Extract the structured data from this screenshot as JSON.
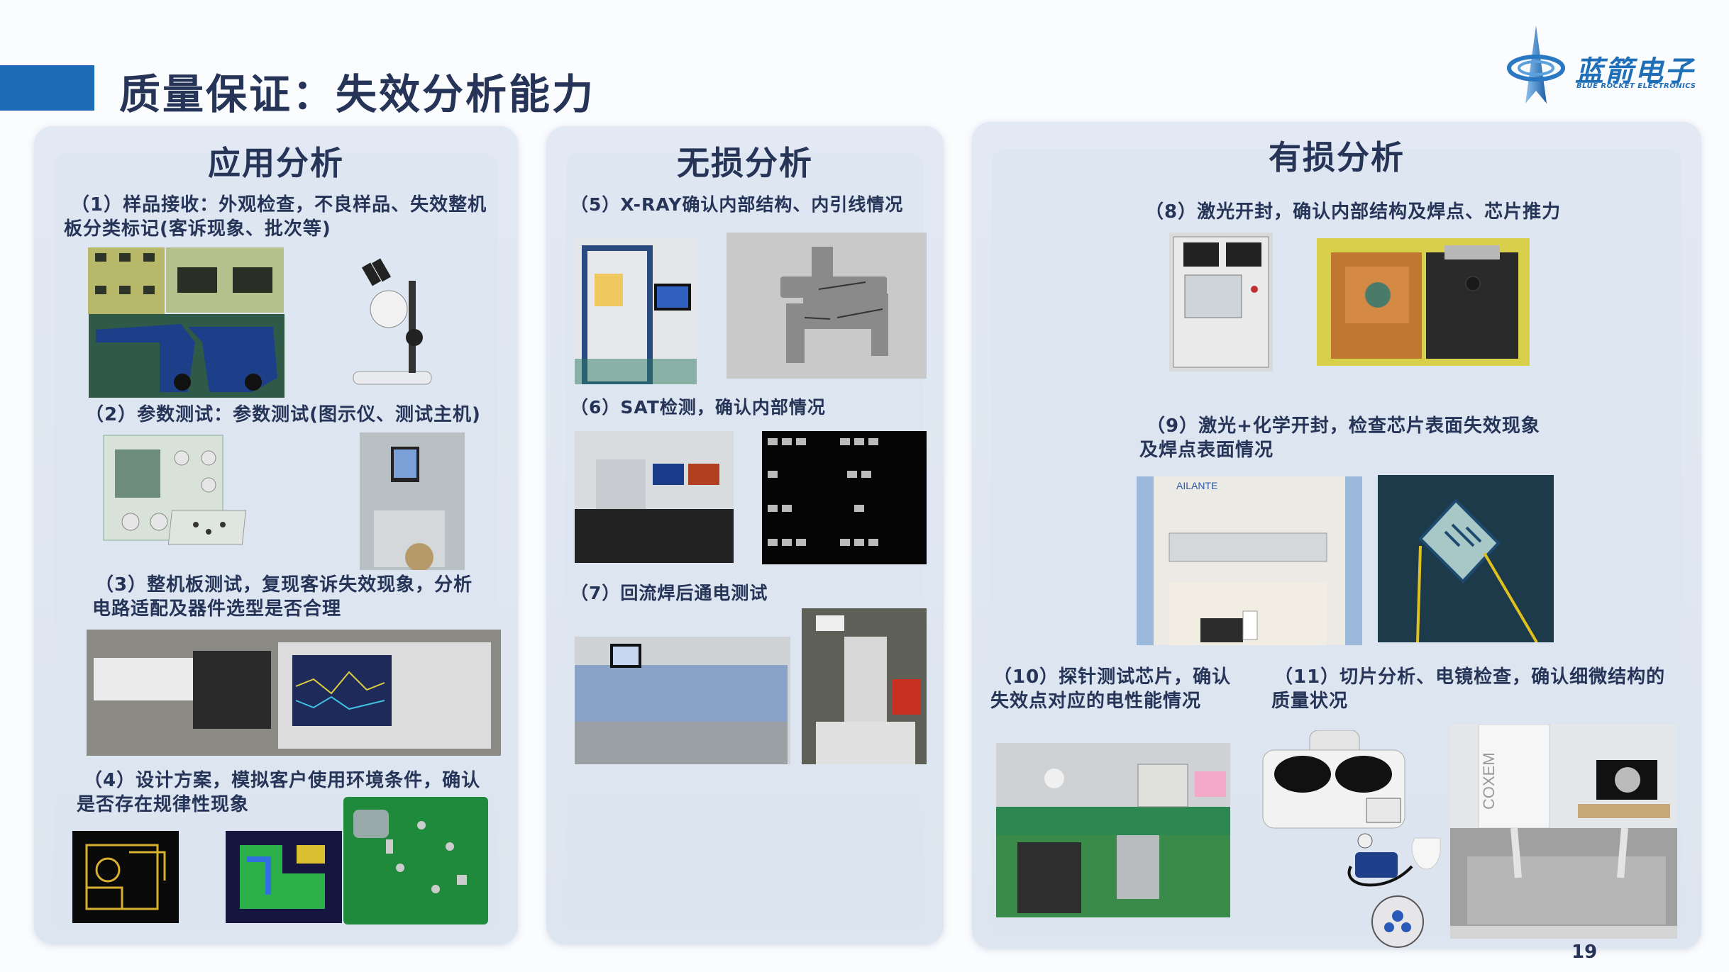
{
  "header": {
    "title": "质量保证：失效分析能力",
    "accent_color": "#1c6db5"
  },
  "logo": {
    "name_cn": "蓝箭电子",
    "name_en": "BLUE ROCKET ELECTRONICS",
    "icon": "rocket-ring-icon",
    "color": "#1f6fb8"
  },
  "panels": [
    {
      "title": "应用分析",
      "items": [
        {
          "caption": "（1）样品接收：外观检查，不良样品、失效整机板分类标记(客诉现象、批次等)",
          "line1": "（1）样品接收：外观检查，不良样品、失效整机",
          "line2": "板分类标记(客诉现象、批次等)",
          "images": [
            "marked-sot-chips-photo",
            "sot-chips-closeup-photo",
            "blue-pcb-boards-photo",
            "stereo-microscope-photo"
          ]
        },
        {
          "caption": "（2）参数测试：参数测试(图示仪、测试主机)",
          "line1": "（2）参数测试：参数测试(图示仪、测试主机)",
          "images": [
            "curve-tracer-photo",
            "test-handler-machine-photo"
          ]
        },
        {
          "caption": "（3）整机板测试，复现客诉失效现象，分析电路适配及器件选型是否合理",
          "line1": "（3）整机板测试，复现客诉失效现象，分析",
          "line2": "电路适配及器件选型是否合理",
          "images": [
            "bench-instruments-photo"
          ]
        },
        {
          "caption": "（4）设计方案，模拟客户使用环境条件，确认是否存在规律性现象",
          "line1": "（4）设计方案，模拟客户使用环境条件，确认",
          "line2": "是否存在规律性现象",
          "images": [
            "pcb-layout-yellow",
            "pcb-layout-green",
            "green-pcb-photo"
          ]
        }
      ]
    },
    {
      "title": "无损分析",
      "items": [
        {
          "caption": "（5）X-RAY确认内部结构、内引线情况",
          "line1": "（5）X-RAY确认内部结构、内引线情况",
          "images": [
            "xray-machine-photo",
            "xray-image-photo"
          ]
        },
        {
          "caption": "（6）SAT检测，确认内部情况",
          "line1": "（6）SAT检测，确认内部情况",
          "images": [
            "sat-machine-photo",
            "sat-scan-image"
          ]
        },
        {
          "caption": "（7）回流焊后通电测试",
          "line1": "（7）回流焊后通电测试",
          "images": [
            "reflow-oven-photo",
            "power-test-station-photo"
          ]
        }
      ]
    },
    {
      "title": "有损分析",
      "items": [
        {
          "caption": "（8）激光开封，确认内部结构及焊点、芯片推力",
          "line1": "（8）激光开封，确认内部结构及焊点、芯片推力",
          "images": [
            "laser-decap-machine-photo",
            "decapped-package-photo"
          ]
        },
        {
          "caption": "（9）激光+化学开封，检查芯片表面失效现象及焊点表面情况",
          "line1": "（9）激光+化学开封，检查芯片表面失效现象",
          "line2": "及焊点表面情况",
          "images": [
            "fume-hood-photo",
            "die-surface-micrograph"
          ],
          "fume_hood_brand": "AILANTE"
        },
        {
          "caption": "（10）探针测试芯片，确认失效点对应的电性能情况",
          "line1": "（10）探针测试芯片，确认",
          "line2": "失效点对应的电性能情况",
          "images": [
            "probe-station-photo"
          ]
        },
        {
          "caption": "（11）切片分析、电镜检查，确认细微结构的质量状况",
          "line1": "（11）切片分析、电镜检查，确认细微结构的",
          "line2": "质量状况",
          "images": [
            "polishing-machine-photo",
            "vacuum-pump-photo",
            "sample-mount-photo",
            "sem-coxem-photo",
            "cross-section-sem-image"
          ],
          "sem_brand": "COXEM"
        }
      ]
    }
  ],
  "footer": {
    "page_number": "19"
  }
}
